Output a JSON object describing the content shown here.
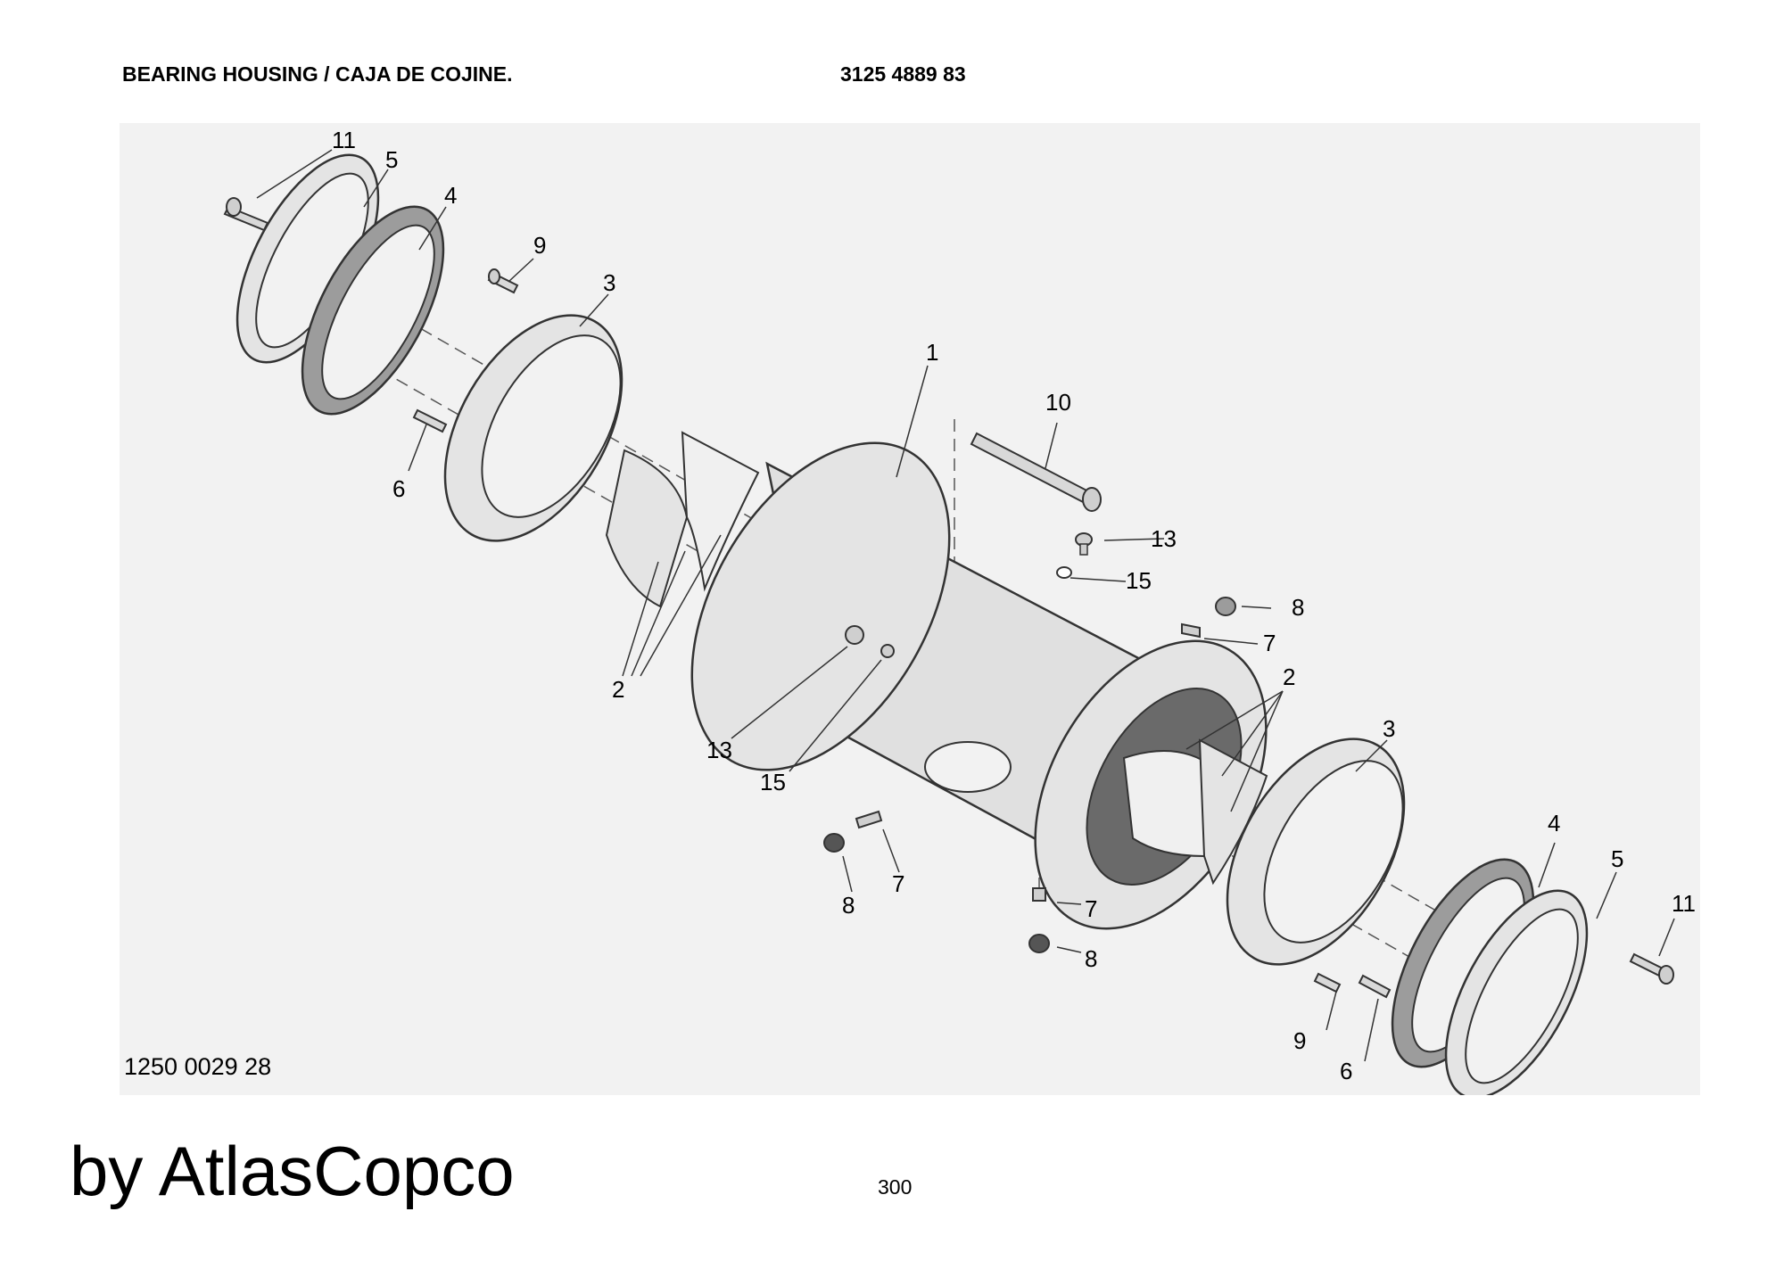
{
  "header": {
    "title": "BEARING HOUSING / CAJA DE COJINE.",
    "part_number": "3125 4889 83"
  },
  "footer": {
    "drawing_number": "1250 0029 28",
    "brand": "by AtlasCopco",
    "page_number": "300"
  },
  "callouts": {
    "n1": "1",
    "n2a": "2",
    "n2b": "2",
    "n3a": "3",
    "n3b": "3",
    "n4a": "4",
    "n4b": "4",
    "n5a": "5",
    "n5b": "5",
    "n6a": "6",
    "n6b": "6",
    "n7a": "7",
    "n7b": "7",
    "n7c": "7",
    "n8a": "8",
    "n8b": "8",
    "n8c": "8",
    "n9a": "9",
    "n9b": "9",
    "n10": "10",
    "n11a": "11",
    "n11b": "11",
    "n13a": "13",
    "n13b": "13",
    "n15a": "15",
    "n15b": "15"
  },
  "colors": {
    "drawing_bg": "#f2f2f2",
    "part_fill": "#e4e4e4",
    "ring_dark": "#9c9c9c",
    "line": "#333333"
  }
}
